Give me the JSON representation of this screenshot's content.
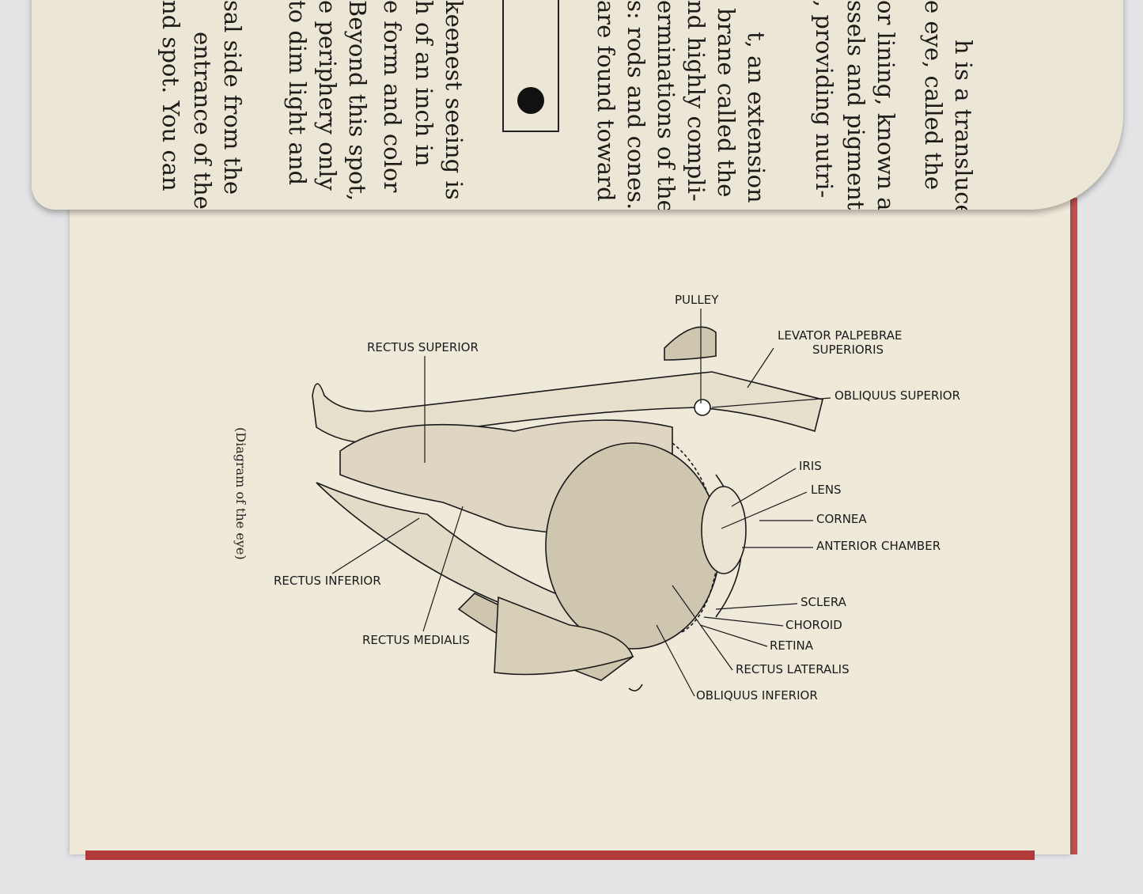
{
  "top_page": {
    "right_block": [
      "h is a translucent",
      "e eye, called the",
      "or lining, known as",
      "ssels and pigment,",
      ", providing nutri-",
      "t, an extension of",
      "brane called the",
      "nd highly compli-",
      "erminations of the",
      "s: rods and cones.",
      "are found toward"
    ],
    "left_block": [
      "keenest seeing is",
      "h of an inch in",
      "e form and color",
      "Beyond this spot,",
      "e periphery only",
      "to dim light and",
      "sal side from the",
      "entrance of the",
      "nd spot. You can"
    ]
  },
  "diagram": {
    "caption": "(Diagram of the eye)",
    "labels": {
      "pulley": "PULLEY",
      "rectus_superior": "RECTUS SUPERIOR",
      "levator_1": "LEVATOR PALPEBRAE",
      "levator_2": "SUPERIORIS",
      "obliquus_superior": "OBLIQUUS SUPERIOR",
      "iris": "IRIS",
      "lens": "LENS",
      "cornea": "CORNEA",
      "anterior_chamber": "ANTERIOR CHAMBER",
      "sclera": "SCLERA",
      "choroid": "CHOROID",
      "retina": "RETINA",
      "rectus_lateralis": "RECTUS LATERALIS",
      "obliquus_inferior": "OBLIQUUS INFERIOR",
      "rectus_inferior": "RECTUS INFERIOR",
      "rectus_medialis": "RECTUS MEDIALIS"
    }
  }
}
